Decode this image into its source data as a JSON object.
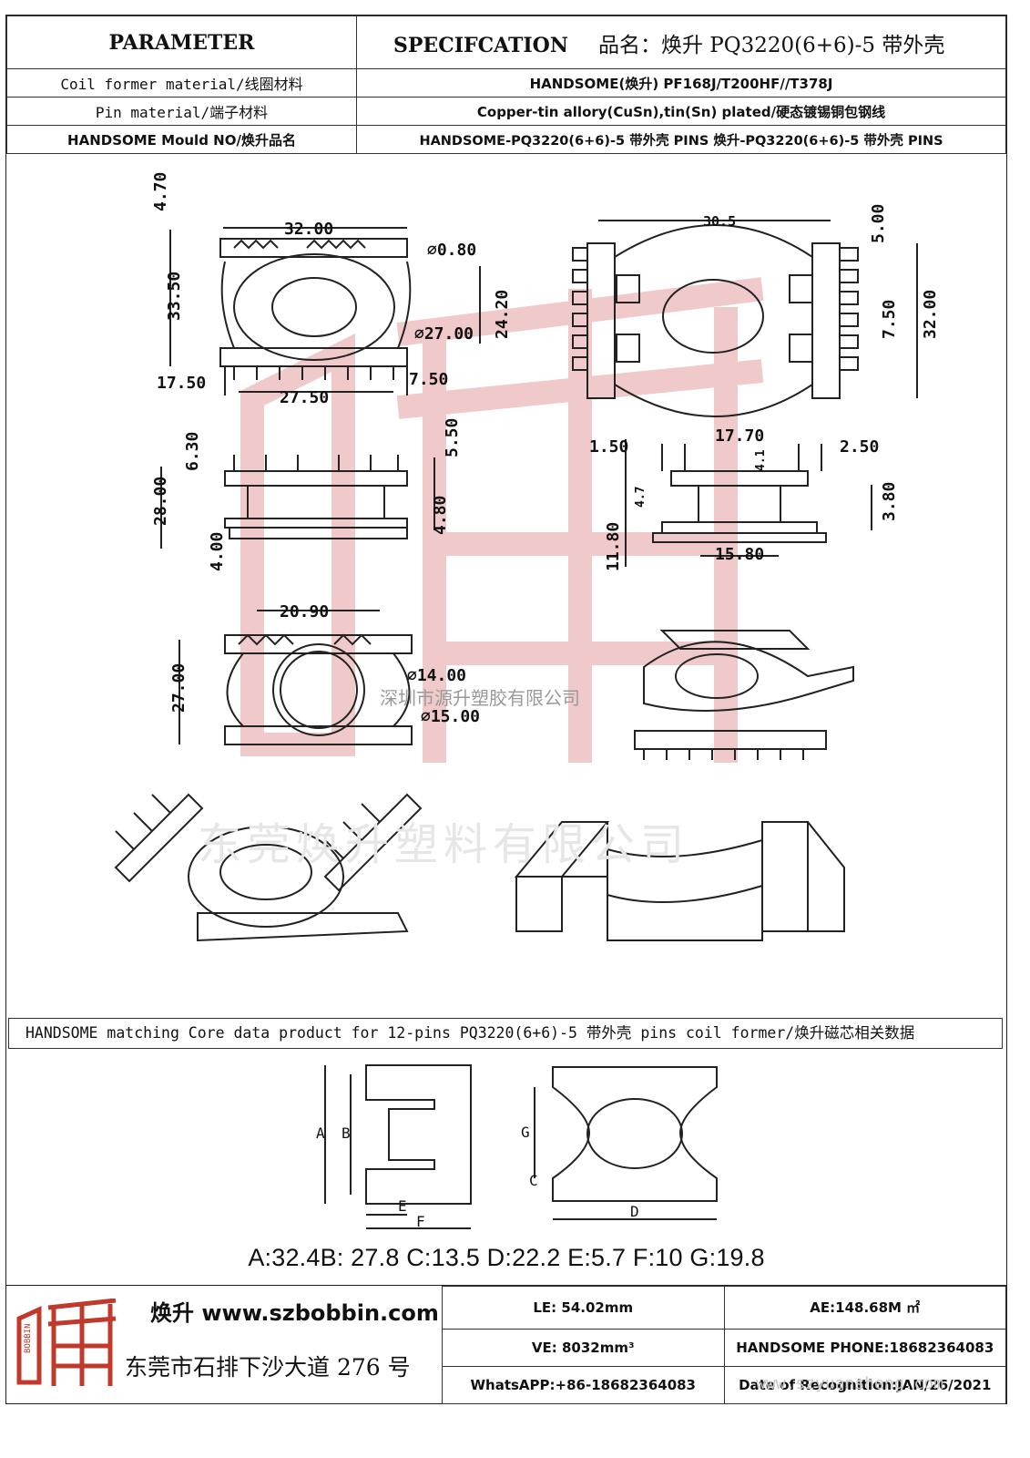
{
  "header": {
    "param_title": "PARAMETER",
    "spec_title": "SPECIFCATION",
    "product_name": "品名：焕升 PQ3220(6+6)-5 带外壳",
    "rows": [
      {
        "label": "Coil former material/线圈材料",
        "value": "HANDSOME(焕升)   PF168J/T200HF//T378J"
      },
      {
        "label": "Pin material/端子材料",
        "value": "Copper-tin allory(CuSn),tin(Sn) plated/硬态镀锡铜包钢线"
      },
      {
        "label": "HANDSOME Mould NO/焕升品名",
        "value": "HANDSOME-PQ3220(6+6)-5 带外壳  PINS   焕升-PQ3220(6+6)-5 带外壳 PINS"
      }
    ]
  },
  "dimensions": {
    "top_left": [
      "32.00",
      "4.70",
      "⌀0.80",
      "33.50",
      "⌀27.00",
      "24.20",
      "17.50",
      "27.50",
      "7.50"
    ],
    "top_right": [
      "30.5",
      "5.00",
      "7.50",
      "32.00"
    ],
    "mid_left": [
      "6.30",
      "5.50",
      "28.00",
      "4.80",
      "4.00"
    ],
    "mid_right": [
      "1.50",
      "17.70",
      "2.50",
      "4.1",
      "4.7",
      "3.80",
      "11.80",
      "15.80"
    ],
    "lower_left": [
      "20.90",
      "⌀14.00",
      "27.00",
      "⌀15.00"
    ]
  },
  "watermarks": {
    "company_1": "深圳市源升塑胶有限公司",
    "company_2": "东莞焕升塑料有限公司",
    "site": "www.szyuansheng.com"
  },
  "core": {
    "title": "HANDSOME matching Core data  product for 12-pins PQ3220(6+6)-5 带外壳 pins coil former/焕升磁芯相关数据",
    "labels": [
      "A",
      "B",
      "E",
      "F",
      "G",
      "C",
      "D"
    ],
    "values": "A:32.4B: 27.8 C:13.5 D:22.2 E:5.7 F:10 G:19.8"
  },
  "footer": {
    "logo_text": "BOBBIN",
    "brand": "焕升  www.szbobbin.com",
    "address": "东莞市石排下沙大道 276 号",
    "cells": [
      "LE: 54.02mm",
      "AE:148.68M ㎡",
      "VE: 8032mm³",
      "HANDSOME PHONE:18682364083",
      "WhatsAPP:+86-18682364083",
      "Date of Recognition:JAN/26/2021"
    ]
  },
  "colors": {
    "line": "#222222",
    "watermark": "#e7b3b3"
  }
}
